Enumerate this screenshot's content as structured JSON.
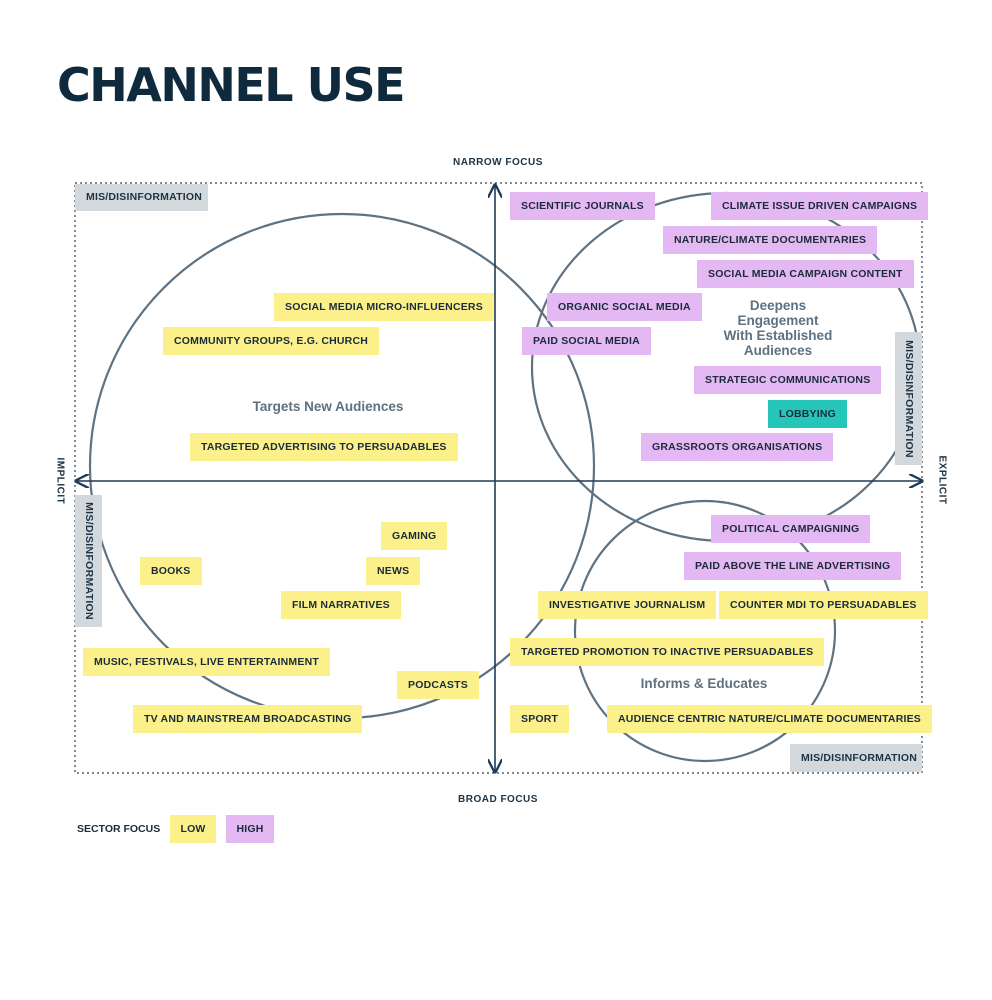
{
  "title": "CHANNEL USE",
  "axes": {
    "top": "NARROW FOCUS",
    "bottom": "BROAD FOCUS",
    "left": "IMPLICIT",
    "right": "EXPLICIT"
  },
  "circle_labels": {
    "targets": "Targets New Audiences",
    "deepens": [
      "Deepens",
      "Engagement",
      "With Established",
      "Audiences"
    ],
    "informs": "Informs & Educates"
  },
  "mis_disinformation": {
    "top_left": "MIS/DISINFORMATION",
    "left": "MIS/DISINFORMATION",
    "right": "MIS/DISINFORMATION",
    "bottom_right": "MIS/DISINFORMATION"
  },
  "tags": [
    {
      "text": "SOCIAL MEDIA MICRO-INFLUENCERS",
      "focus": "low"
    },
    {
      "text": "COMMUNITY GROUPS, E.G. CHURCH",
      "focus": "low"
    },
    {
      "text": "TARGETED ADVERTISING TO PERSUADABLES",
      "focus": "low"
    },
    {
      "text": "GAMING",
      "focus": "low"
    },
    {
      "text": "BOOKS",
      "focus": "low"
    },
    {
      "text": "NEWS",
      "focus": "low"
    },
    {
      "text": "FILM NARRATIVES",
      "focus": "low"
    },
    {
      "text": "MUSIC, FESTIVALS, LIVE ENTERTAINMENT",
      "focus": "low"
    },
    {
      "text": "PODCASTS",
      "focus": "low"
    },
    {
      "text": "TV AND MAINSTREAM BROADCASTING",
      "focus": "low"
    },
    {
      "text": "SCIENTIFIC JOURNALS",
      "focus": "high"
    },
    {
      "text": "CLIMATE ISSUE DRIVEN CAMPAIGNS",
      "focus": "high"
    },
    {
      "text": "NATURE/CLIMATE DOCUMENTARIES",
      "focus": "high"
    },
    {
      "text": "SOCIAL MEDIA CAMPAIGN CONTENT",
      "focus": "high"
    },
    {
      "text": "ORGANIC SOCIAL MEDIA",
      "focus": "high"
    },
    {
      "text": "PAID SOCIAL MEDIA",
      "focus": "high"
    },
    {
      "text": "STRATEGIC COMMUNICATIONS",
      "focus": "high"
    },
    {
      "text": "LOBBYING",
      "focus": "teal"
    },
    {
      "text": "GRASSROOTS ORGANISATIONS",
      "focus": "high"
    },
    {
      "text": "POLITICAL CAMPAIGNING",
      "focus": "high"
    },
    {
      "text": "PAID ABOVE THE LINE ADVERTISING",
      "focus": "high"
    },
    {
      "text": "INVESTIGATIVE JOURNALISM",
      "focus": "low"
    },
    {
      "text": "COUNTER MDI TO PERSUADABLES",
      "focus": "low"
    },
    {
      "text": "TARGETED PROMOTION TO INACTIVE PERSUADABLES",
      "focus": "low"
    },
    {
      "text": "SPORT",
      "focus": "low"
    },
    {
      "text": "AUDIENCE CENTRIC NATURE/CLIMATE DOCUMENTARIES",
      "focus": "low"
    }
  ],
  "legend": {
    "title": "SECTOR FOCUS",
    "low": "LOW",
    "high": "HIGH"
  },
  "colors": {
    "low": "#fbf08a",
    "high": "#e3b8f3",
    "teal": "#25c6b9",
    "mis": "#d3d8dc",
    "axis": "#1e3a55",
    "circle": "#5e7282"
  }
}
